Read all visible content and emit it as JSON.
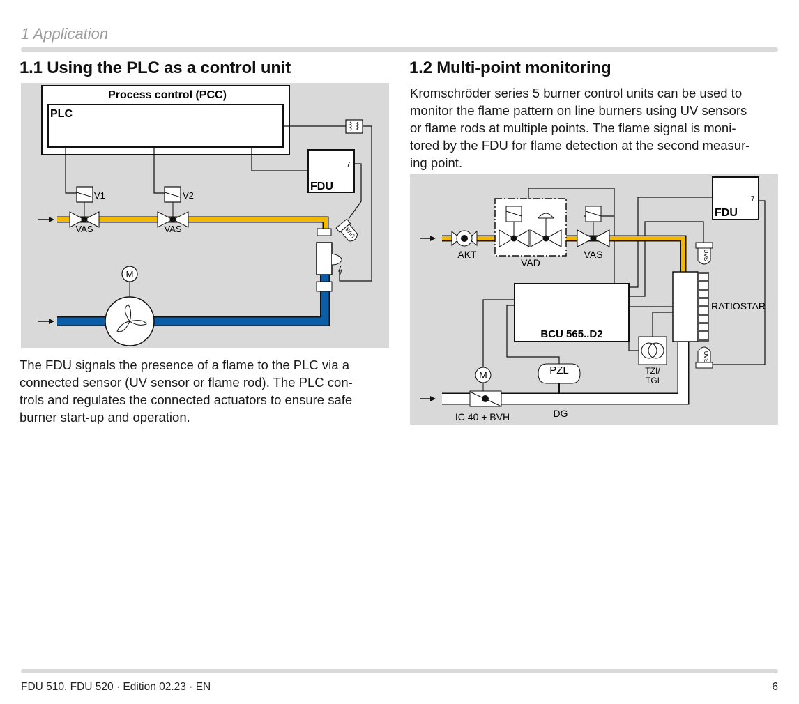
{
  "header": {
    "chapter": "1 Application"
  },
  "sections": [
    {
      "title": "1.1 Using the PLC as a control unit",
      "figure": {
        "labels": {
          "pcc": "Process control (PCC)",
          "plc": "PLC",
          "fdu": "FDU",
          "fdu_terminal": "7",
          "v1": "V1",
          "v2": "V2",
          "vas1": "VAS",
          "vas2": "VAS",
          "motor": "M",
          "uvs": "UVS"
        },
        "colors": {
          "gas_line": "#f5b800",
          "air_line": "#0a5ea8",
          "background": "#d9d9d9"
        }
      },
      "paragraph_lines": [
        "The FDU signals the presence of a flame to the PLC via a",
        "connected sensor (UV sensor or flame rod). The PLC con-",
        "trols and regulates the connected actuators to ensure safe",
        "burner start-up and operation."
      ]
    },
    {
      "title": "1.2 Multi-point monitoring",
      "paragraph_lines": [
        "Kromschröder series 5 burner control units can be used to",
        "monitor the flame pattern on line burners using UV sensors",
        "or flame rods at multiple points. The flame signal is moni-",
        "tored by the FDU for flame detection at the second measur-",
        "ing point."
      ],
      "figure": {
        "labels": {
          "akt": "AKT",
          "vad": "VAD",
          "vas": "VAS",
          "fdu": "FDU",
          "fdu_terminal": "7",
          "uvs_top": "UVS",
          "uvs_bottom": "UVS",
          "ratiostar": "RATIOSTAR",
          "bcu": "BCU 565..D2",
          "motor": "M",
          "pzl": "PZL",
          "tzi": "TZI/",
          "tgi": "TGI",
          "ic": "IC 40 + BVH",
          "dg": "DG"
        },
        "colors": {
          "gas_line": "#f5b800",
          "background": "#d9d9d9"
        }
      }
    }
  ],
  "footer": {
    "document": "FDU 510, FDU 520 · Edition 02.23 · EN",
    "page_number": "6"
  }
}
